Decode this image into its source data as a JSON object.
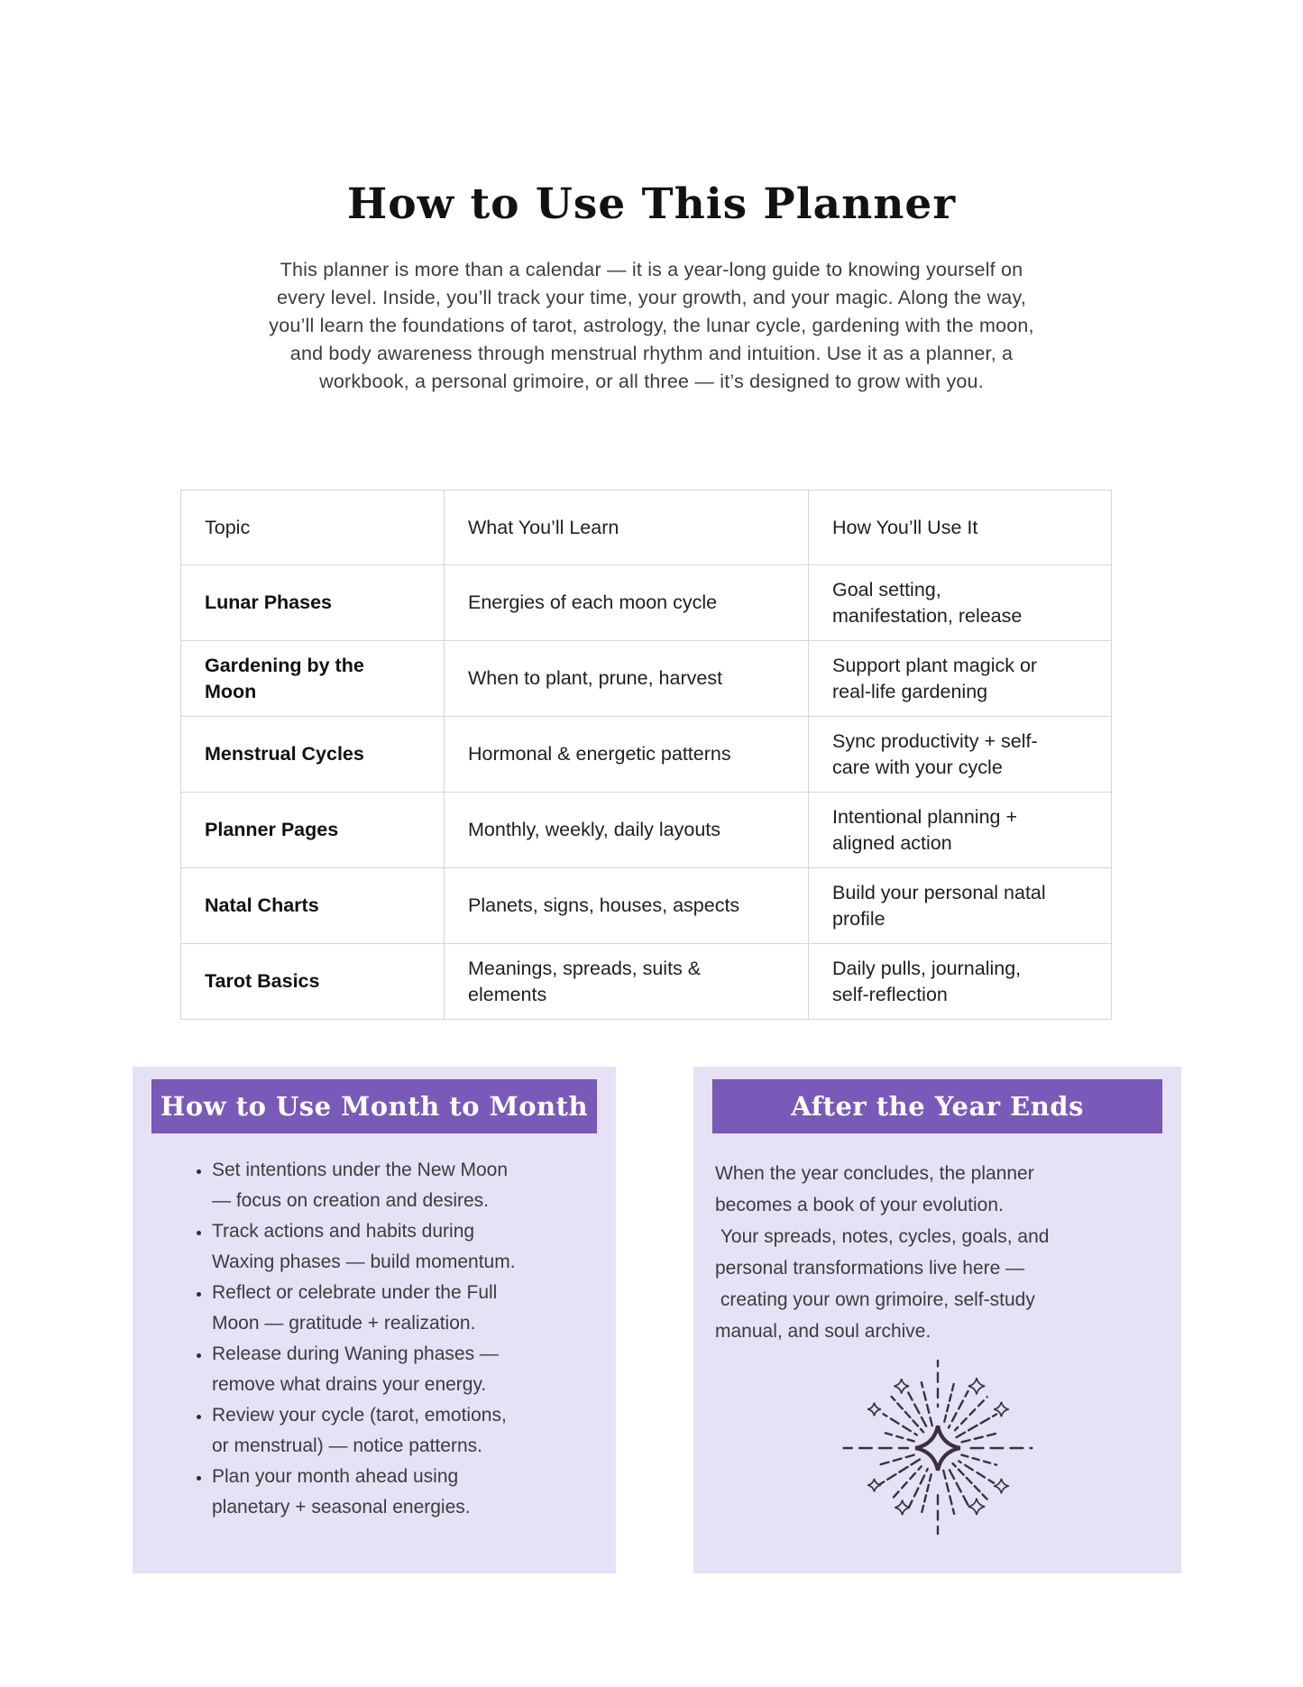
{
  "page": {
    "title": "How to Use This Planner",
    "intro": "This planner is more than a calendar — it is a year-long guide to knowing yourself on\nevery level. Inside, you’ll track your time, your growth, and your magic. Along the way,\nyou’ll learn the foundations of tarot, astrology, the lunar cycle, gardening with the moon,\nand body awareness through menstrual rhythm and intuition. Use it as a planner, a\nworkbook, a personal grimoire, or all three — it’s designed to grow with you."
  },
  "table": {
    "headers": [
      "Topic",
      "What You’ll Learn",
      "How You’ll Use It"
    ],
    "rows": [
      {
        "topic": "Lunar Phases",
        "learn": "Energies of each moon cycle",
        "use": "Goal setting,\nmanifestation, release"
      },
      {
        "topic": "Gardening by the\nMoon",
        "learn": "When to plant, prune, harvest",
        "use": "Support plant magick or\nreal-life gardening"
      },
      {
        "topic": "Menstrual Cycles",
        "learn": "Hormonal & energetic patterns",
        "use": "Sync productivity + self-\ncare with your cycle"
      },
      {
        "topic": "Planner Pages",
        "learn": "Monthly, weekly, daily layouts",
        "use": "Intentional planning +\naligned action"
      },
      {
        "topic": "Natal Charts",
        "learn": "Planets, signs, houses, aspects",
        "use": "Build your personal natal\nprofile"
      },
      {
        "topic": "Tarot Basics",
        "learn": "Meanings, spreads, suits &\nelements",
        "use": "Daily pulls, journaling,\nself-reflection"
      }
    ]
  },
  "month_box": {
    "heading": "How to Use Month to Month",
    "bullets": [
      "Set intentions under the New Moon\n— focus on creation and desires.",
      "Track actions and habits during\nWaxing phases — build momentum.",
      "Reflect or celebrate under the Full\nMoon — gratitude + realization.",
      "Release during Waning phases —\nremove what drains your energy.",
      "Review your cycle (tarot, emotions,\nor menstrual) — notice patterns.",
      "Plan your month ahead using\nplanetary + seasonal energies."
    ]
  },
  "year_box": {
    "heading": "After the Year Ends",
    "paragraph": "When the year concludes, the planner\nbecomes a book of your evolution.\n Your spreads, notes, cycles, goals, and\npersonal transformations live here —\n creating your own grimoire, self-study\nmanual, and soul archive.",
    "illustration": "starburst-sparkles"
  },
  "colors": {
    "accent_purple": "#7a5ab8",
    "box_lavender": "#e6e1f4",
    "table_border": "#d6d6d6",
    "ink": "#37323c",
    "body_text": "#3c3c3c"
  }
}
